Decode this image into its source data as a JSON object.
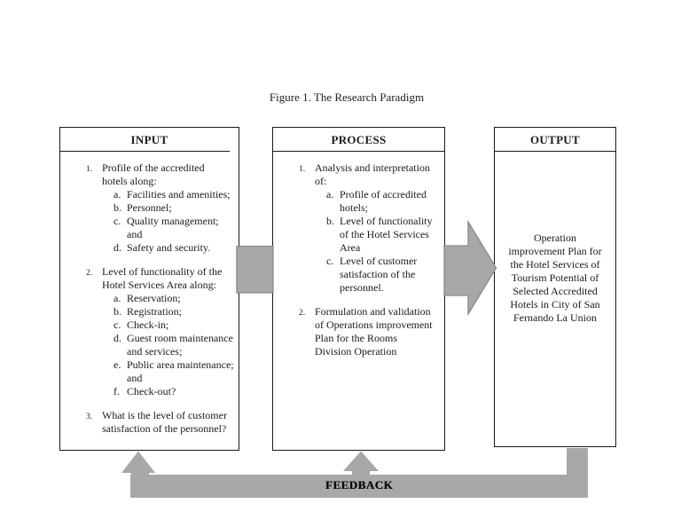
{
  "title": "Figure 1. The Research Paradigm",
  "colors": {
    "shape_fill": "#a8a8a8",
    "shape_stroke": "#8a8a8a",
    "box_border": "#1a1a1a"
  },
  "boxes": {
    "input": {
      "header": "INPUT",
      "items": [
        {
          "num": "1.",
          "text": "Profile of the accredited\nhotels along:",
          "subs": [
            {
              "letter": "a.",
              "text": "Facilities and amenities;"
            },
            {
              "letter": "b.",
              "text": "Personnel;"
            },
            {
              "letter": "c.",
              "text": "Quality management; and"
            },
            {
              "letter": "d.",
              "text": "Safety and security."
            }
          ]
        },
        {
          "num": "2.",
          "text": "Level of functionality of the\nHotel Services Area along:",
          "subs": [
            {
              "letter": "a.",
              "text": "Reservation;"
            },
            {
              "letter": "b.",
              "text": "Registration;"
            },
            {
              "letter": "c.",
              "text": "Check-in;"
            },
            {
              "letter": "d.",
              "text": "Guest room maintenance\nand services;"
            },
            {
              "letter": "e.",
              "text": "Public area maintenance;\nand"
            },
            {
              "letter": "f.",
              "text": "Check-out?"
            }
          ]
        },
        {
          "num": "3.",
          "text": "What is the level of customer\nsatisfaction of the personnel?",
          "subs": []
        }
      ]
    },
    "process": {
      "header": "PROCESS",
      "items": [
        {
          "num": "1.",
          "text": "Analysis and interpretation\nof:",
          "subs": [
            {
              "letter": "a.",
              "text": "Profile of accredited\nhotels;"
            },
            {
              "letter": "b.",
              "text": "Level of functionality\nof the Hotel Services\nArea"
            },
            {
              "letter": "c.",
              "text": "Level of customer\nsatisfaction of the\npersonnel."
            }
          ]
        },
        {
          "num": "2.",
          "text": "Formulation and validation\nof Operations improvement\nPlan for the Rooms\nDivision Operation",
          "subs": []
        }
      ]
    },
    "output": {
      "header": "OUTPUT",
      "text": "Operation\nimprovement Plan for\nthe Hotel Services of\nTourism Potential of\nSelected Accredited\nHotels in City of San\nFernando La Union"
    }
  },
  "feedback": {
    "label": "FEEDBACK"
  }
}
